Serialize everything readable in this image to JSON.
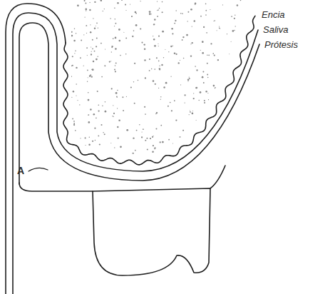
{
  "diagram": {
    "labels": [
      "Encia",
      "Saliva",
      "Prótesis",
      "A"
    ]
  }
}
